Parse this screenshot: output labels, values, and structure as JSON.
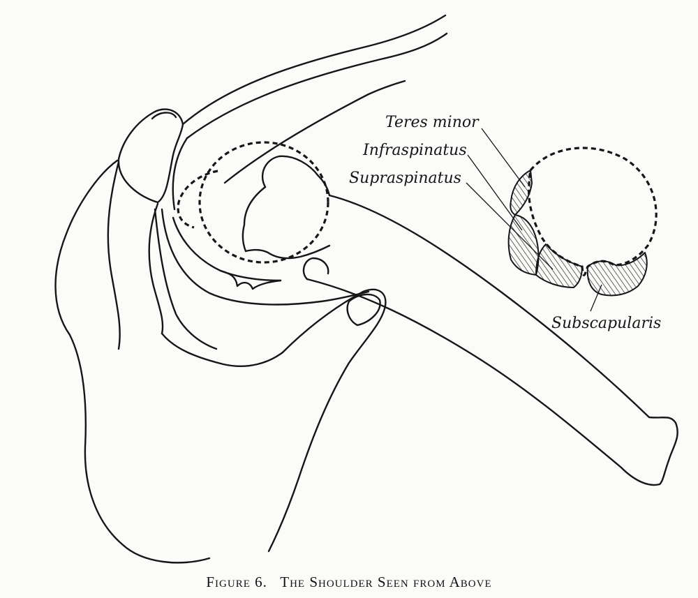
{
  "labels": {
    "teres_minor": "Teres minor",
    "infraspinatus": "Infraspinatus",
    "supraspinatus": "Supraspinatus",
    "subscapularis": "Subscapularis"
  },
  "caption": {
    "figure_number": "Figure 6.",
    "title": "The Shoulder Seen from Above"
  },
  "colors": {
    "ink": "#161616",
    "paper": "#fbfbf9"
  }
}
